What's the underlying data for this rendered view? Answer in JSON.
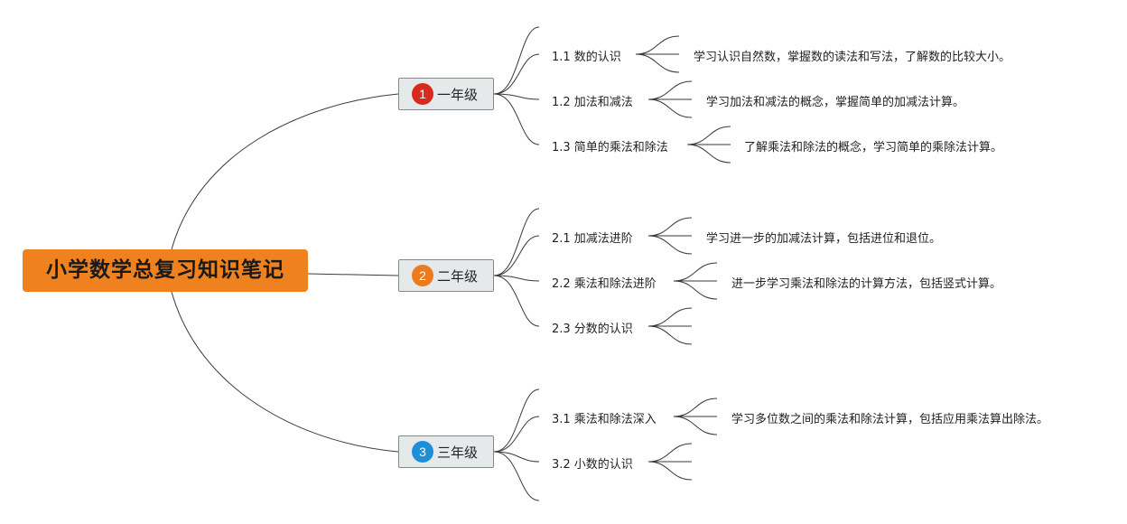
{
  "root": {
    "title": "小学数学总复习知识笔记"
  },
  "grades": [
    {
      "number": "1",
      "label": "一年级",
      "badge_color": "#d72b1f",
      "topics": [
        {
          "label": "1.1 数的认识",
          "desc": "学习认识自然数，掌握数的读法和写法，了解数的比较大小。"
        },
        {
          "label": "1.2 加法和减法",
          "desc": "学习加法和减法的概念，掌握简单的加减法计算。"
        },
        {
          "label": "1.3 简单的乘法和除法",
          "desc": "了解乘法和除法的概念，学习简单的乘除法计算。"
        }
      ]
    },
    {
      "number": "2",
      "label": "二年级",
      "badge_color": "#ee7a1e",
      "topics": [
        {
          "label": "2.1 加减法进阶",
          "desc": "学习进一步的加减法计算，包括进位和退位。"
        },
        {
          "label": "2.2 乘法和除法进阶",
          "desc": "进一步学习乘法和除法的计算方法，包括竖式计算。"
        },
        {
          "label": "2.3 分数的认识",
          "desc": ""
        }
      ]
    },
    {
      "number": "3",
      "label": "三年级",
      "badge_color": "#1e8fd6",
      "topics": [
        {
          "label": "3.1 乘法和除法深入",
          "desc": "学习多位数之间的乘法和除法计算，包括应用乘法算出除法。"
        },
        {
          "label": "3.2 小数的认识",
          "desc": ""
        }
      ]
    }
  ]
}
